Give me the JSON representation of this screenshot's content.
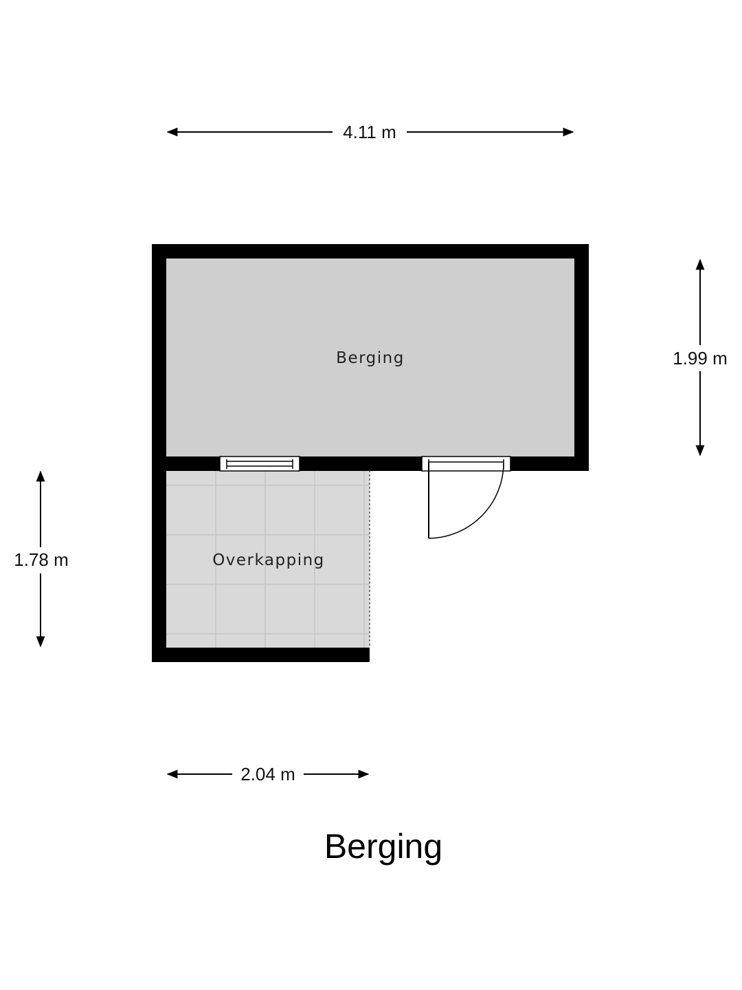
{
  "plan": {
    "title": "Berging",
    "colors": {
      "wall": "#000000",
      "berging_floor": "#cfcfcf",
      "overkapping_floor": "#d9d9d9",
      "tile_line": "#c8c8c8",
      "background": "#ffffff"
    },
    "rooms": {
      "berging": "Berging",
      "overkapping": "Overkapping"
    },
    "dimensions": {
      "top_width": "4.11 m",
      "right_height": "1.99 m",
      "left_height": "1.78 m",
      "bottom_width": "2.04 m"
    }
  }
}
